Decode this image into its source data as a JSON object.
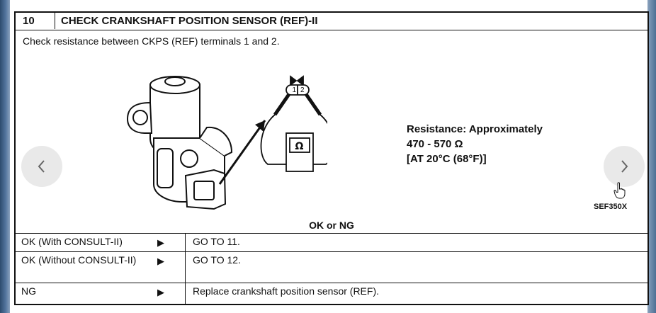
{
  "step": {
    "number": "10",
    "title": "CHECK CRANKSHAFT POSITION SENSOR (REF)-II",
    "instruction": "Check resistance between CKPS (REF) terminals 1 and 2."
  },
  "diagram": {
    "terminal_1": "1",
    "terminal_2": "2",
    "meter_symbol": "Ω",
    "figure_code": "SEF350X"
  },
  "spec": {
    "line1": "Resistance: Approximately",
    "line2": "470 - 570 Ω",
    "line3": "[AT 20°C (68°F)]"
  },
  "result_header": "OK or NG",
  "results": [
    {
      "condition": "OK (With CONSULT-II)",
      "arrow": "▶",
      "action": "GO TO 11."
    },
    {
      "condition": "OK (Without CONSULT-II)",
      "arrow": "▶",
      "action": "GO TO 12."
    },
    {
      "condition": "NG",
      "arrow": "▶",
      "action": "Replace crankshaft position sensor (REF)."
    }
  ],
  "nav": {
    "prev_glyph": "‹",
    "next_glyph": "›"
  }
}
